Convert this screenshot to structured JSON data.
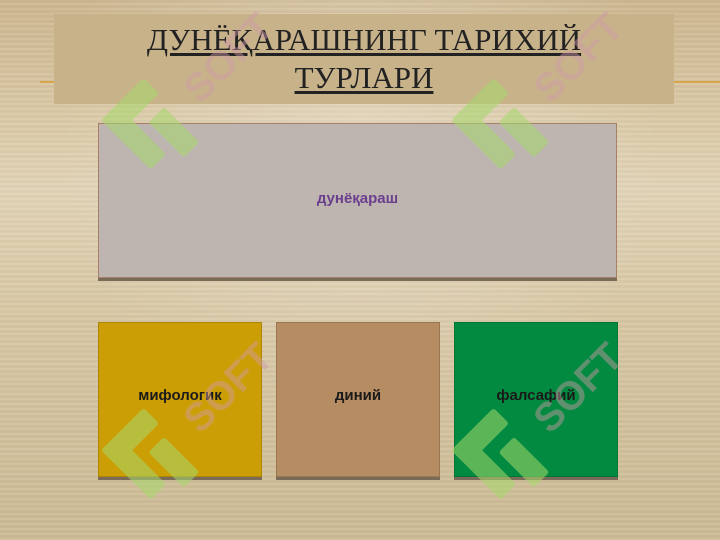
{
  "slide": {
    "title": "ДУНЁҚАРАШНИНГ ТАРИХИЙ ТУРЛАРИ",
    "main_box": {
      "label": "дунёқараш",
      "color": "#beb4b0"
    },
    "types": [
      {
        "label": "мифологик",
        "color": "#cc9e06"
      },
      {
        "label": "диний",
        "color": "#b68c62"
      },
      {
        "label": "фалсафий",
        "color": "#028a40"
      }
    ]
  },
  "watermark": {
    "text": "SOFT",
    "icon": "logo-mark-icon"
  },
  "colors": {
    "accent_line": "#d9a64a",
    "title_bg": "#c8b28a"
  }
}
